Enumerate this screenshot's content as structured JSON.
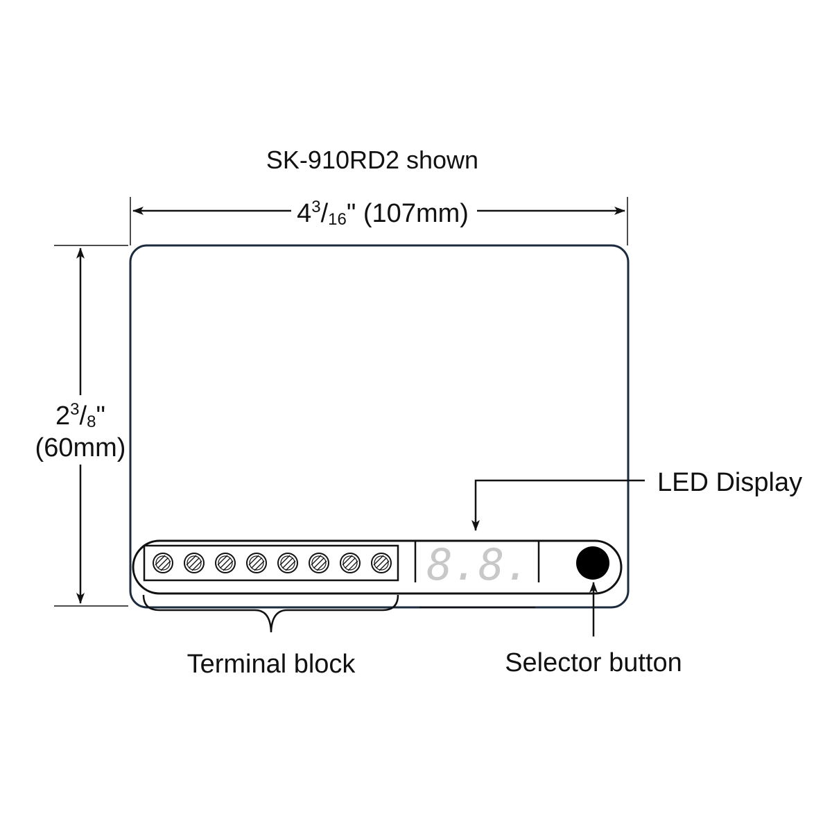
{
  "title": "SK-910RD2 shown",
  "width_dim": {
    "whole": "4",
    "num": "3",
    "den": "16",
    "suffix": "\" (107mm)"
  },
  "height_dim": {
    "whole": "2",
    "num": "3",
    "den": "8",
    "suffix": "\"",
    "metric": "(60mm)"
  },
  "callouts": {
    "led_display": "LED Display",
    "terminal_block": "Terminal block",
    "selector_button": "Selector button"
  },
  "led_digits": "8.8.",
  "terminal_count": 8,
  "colors": {
    "outline": "#1b2a3d",
    "line": "#111111",
    "led_segment": "#c8c8c8",
    "button": "#000000"
  }
}
